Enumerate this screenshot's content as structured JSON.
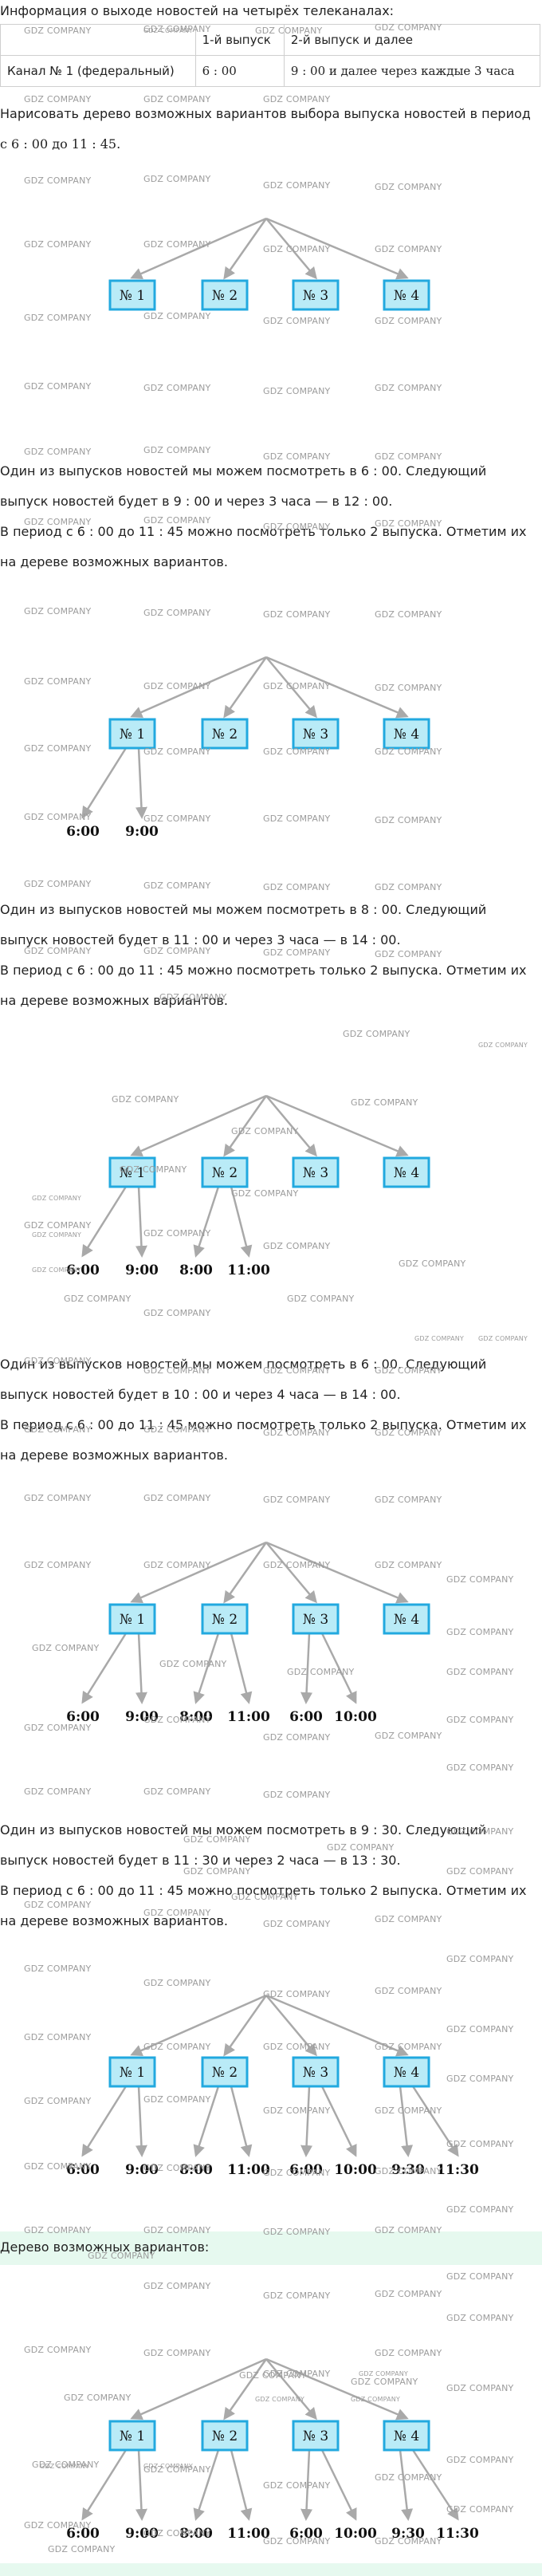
{
  "intro": "Информация о выходе новостей на четырёх телеканалах:",
  "table": {
    "header": [
      "",
      "1-й выпуск",
      "2-й выпуск и далее"
    ],
    "row": [
      "Канал № 1 (федеральный)",
      "6 : 00",
      "9 : 00 и далее через каждые 3 часа"
    ]
  },
  "task": [
    "Нарисовать дерево возможных вариантов выбора выпуска новостей в период",
    "с 6 : 00 до 11 : 45."
  ],
  "explanations": [
    [
      "Один из выпусков новостей мы можем посмотреть в 6 : 00. Следующий",
      "выпуск новостей будет в 9 : 00 и через 3 часа — в 12 : 00.",
      "В период с 6 : 00 до 11 : 45 можно посмотреть только 2 выпуска. Отметим их",
      "на дереве возможных вариантов."
    ],
    [
      "Один из выпусков новостей мы можем посмотреть в 8 : 00. Следующий",
      "выпуск новостей будет в 11 : 00 и через 3 часа — в 14 : 00.",
      "В период с 6 : 00 до 11 : 45 можно посмотреть только 2 выпуска. Отметим их",
      "на дереве возможных вариантов."
    ],
    [
      "Один из выпусков новостей мы можем посмотреть в 6 : 00. Следующий",
      "выпуск новостей будет в 10 : 00 и через 4 часа — в 14 : 00.",
      "В период с 6 : 00 до 11 : 45 можно посмотреть только 2 выпуска. Отметим их",
      "на дереве возможных вариантов."
    ],
    [
      "Один из выпусков новостей мы можем посмотреть в 9 : 30. Следующий",
      "выпуск новостей будет в 11 : 30 и через 2 часа — в 13 : 30.",
      "В период с 6 : 00 до 11 : 45 можно посмотреть только 2 выпуска. Отметим их",
      "на дереве возможных вариантов."
    ]
  ],
  "final_heading": "Дерево возможных вариантов:",
  "channels": [
    "№ 1",
    "№ 2",
    "№ 3",
    "№ 4"
  ],
  "times": [
    "6:00",
    "9:00",
    "8:00",
    "11:00",
    "6:00",
    "10:00",
    "9:30",
    "11:30"
  ],
  "stages": [
    1,
    2,
    3,
    4,
    4
  ],
  "watermark": "GDZ COMPANY",
  "colors": {
    "box_fill": "#b9ebf7",
    "box_border": "#22a9df",
    "line": "#a9a9a9",
    "band": "#e6f9ef"
  }
}
